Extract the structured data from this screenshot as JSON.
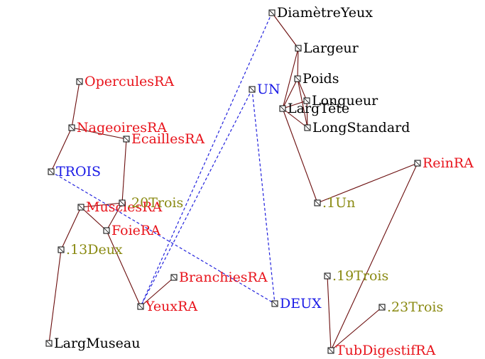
{
  "colors": {
    "black": "#000000",
    "red": "#e8141c",
    "blue": "#1a1ae6",
    "olive": "#8a8a12",
    "edge": "#6b0d0d",
    "dashed": "#2222dd"
  },
  "nodes": [
    {
      "id": "diametreyeux",
      "label": "DiamètreYeux",
      "color": "black"
    },
    {
      "id": "largeur",
      "label": "Largeur",
      "color": "black"
    },
    {
      "id": "poids",
      "label": "Poids",
      "color": "black"
    },
    {
      "id": "longueur",
      "label": "Longueur",
      "color": "black"
    },
    {
      "id": "largtete",
      "label": "LargTête",
      "color": "black"
    },
    {
      "id": "longstandard",
      "label": "LongStandard",
      "color": "black"
    },
    {
      "id": "un",
      "label": "UN",
      "color": "blue"
    },
    {
      "id": "operculesra",
      "label": "OperculesRA",
      "color": "red"
    },
    {
      "id": "nageoiresra",
      "label": "NageoiresRA",
      "color": "red"
    },
    {
      "id": "ecaillesra",
      "label": "EcaillesRA",
      "color": "red"
    },
    {
      "id": "trois",
      "label": "TROIS",
      "color": "blue"
    },
    {
      "id": "reinra",
      "label": "ReinRA",
      "color": "red"
    },
    {
      "id": "musclesra",
      "label": "MusclesRA",
      "color": "red"
    },
    {
      "id": "trois20",
      "label": ".20Trois",
      "color": "olive"
    },
    {
      "id": "un1",
      "label": ".1Un",
      "color": "olive"
    },
    {
      "id": "foiera",
      "label": "FoieRA",
      "color": "red"
    },
    {
      "id": "deux13",
      "label": ".13Deux",
      "color": "olive"
    },
    {
      "id": "trois19",
      "label": ".19Trois",
      "color": "olive"
    },
    {
      "id": "branchiesra",
      "label": "BranchiesRA",
      "color": "red"
    },
    {
      "id": "deux",
      "label": "DEUX",
      "color": "blue"
    },
    {
      "id": "yeuxra",
      "label": "YeuxRA",
      "color": "red"
    },
    {
      "id": "trois23",
      "label": ".23Trois",
      "color": "olive"
    },
    {
      "id": "largmuseau",
      "label": "LargMuseau",
      "color": "black"
    },
    {
      "id": "tubdigestifra",
      "label": "TubDigestifRA",
      "color": "red"
    }
  ],
  "edges": [
    {
      "from": "diametreyeux",
      "to": "largeur"
    },
    {
      "from": "largeur",
      "to": "poids"
    },
    {
      "from": "largeur",
      "to": "largtete"
    },
    {
      "from": "poids",
      "to": "longueur"
    },
    {
      "from": "poids",
      "to": "largtete"
    },
    {
      "from": "poids",
      "to": "longstandard"
    },
    {
      "from": "largtete",
      "to": "longueur"
    },
    {
      "from": "largtete",
      "to": "longstandard"
    },
    {
      "from": "longueur",
      "to": "longstandard"
    },
    {
      "from": "largtete",
      "to": "un1"
    },
    {
      "from": "un1",
      "to": "reinra"
    },
    {
      "from": "reinra",
      "to": "tubdigestifra"
    },
    {
      "from": "trois23",
      "to": "tubdigestifra"
    },
    {
      "from": "trois19",
      "to": "tubdigestifra"
    },
    {
      "from": "operculesra",
      "to": "nageoiresra"
    },
    {
      "from": "nageoiresra",
      "to": "ecaillesra"
    },
    {
      "from": "nageoiresra",
      "to": "trois"
    },
    {
      "from": "ecaillesra",
      "to": "trois20"
    },
    {
      "from": "trois20",
      "to": "musclesra"
    },
    {
      "from": "trois20",
      "to": "foiera"
    },
    {
      "from": "musclesra",
      "to": "foiera"
    },
    {
      "from": "musclesra",
      "to": "deux13"
    },
    {
      "from": "deux13",
      "to": "largmuseau"
    },
    {
      "from": "foiera",
      "to": "yeuxra"
    },
    {
      "from": "yeuxra",
      "to": "branchiesra"
    }
  ],
  "dashed_edges": [
    {
      "from": "diametreyeux",
      "to": "yeuxra"
    },
    {
      "from": "un",
      "to": "yeuxra"
    },
    {
      "from": "un",
      "to": "deux"
    },
    {
      "from": "trois",
      "to": "deux"
    }
  ]
}
